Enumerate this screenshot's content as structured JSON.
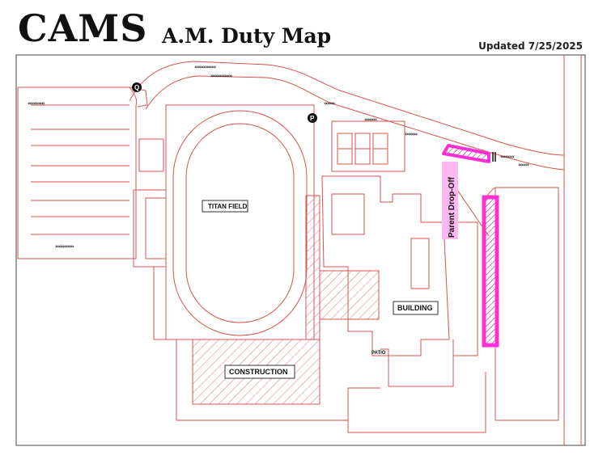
{
  "header": {
    "school": "CAMS",
    "map_title": "A.M. Duty Map",
    "updated": "Updated 7/25/2025"
  },
  "map": {
    "field_label": "TITAN FIELD",
    "building_label": "BUILDING",
    "construction_label": "CONSTRUCTION",
    "patio_label": "PATIO",
    "drop_off_label": "Parent Drop-Off",
    "marker_q": "Q",
    "marker_p": "P",
    "colors": {
      "outline": "#d9534f",
      "highlight": "#ff2fd6",
      "highlight_fill": "#ffb8f2",
      "hatch": "#e08a84",
      "text": "#111111"
    }
  }
}
